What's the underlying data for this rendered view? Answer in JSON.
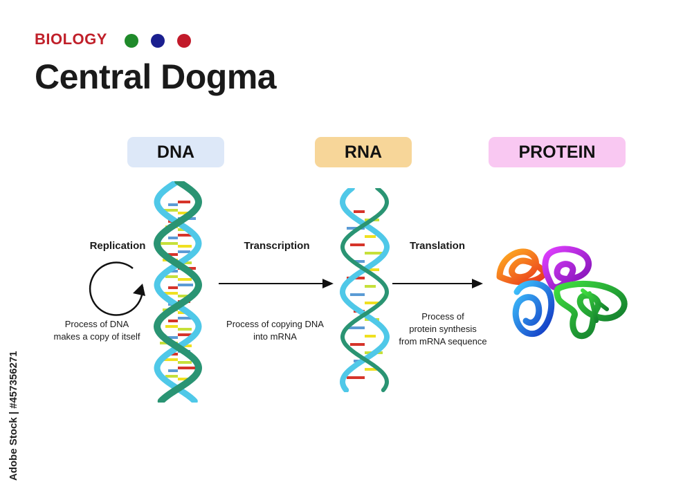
{
  "header": {
    "subject": "BIOLOGY",
    "title": "Central Dogma",
    "dots": [
      "#1f8a2a",
      "#1a1f8f",
      "#c21a2a"
    ],
    "subject_color": "#c0202a"
  },
  "stages": [
    {
      "label": "DNA",
      "color": "#dde8f8"
    },
    {
      "label": "RNA",
      "color": "#f7d699"
    },
    {
      "label": "PROTEIN",
      "color": "#f9c8f2"
    }
  ],
  "processes": [
    {
      "title": "Replication",
      "description": [
        "Process of DNA",
        "makes a copy of itself"
      ]
    },
    {
      "title": "Transcription",
      "description": [
        "Process of copying DNA",
        "into mRNA"
      ]
    },
    {
      "title": "Translation",
      "description": [
        "Process of",
        "protein synthesis",
        "from mRNA sequence"
      ]
    }
  ],
  "icons": {
    "replication": "circular-arrow-icon",
    "dna": "dna-double-helix-icon",
    "rna": "rna-strand-icon",
    "protein": "folded-protein-icon",
    "arrow": "right-arrow-icon"
  },
  "colors": {
    "backbone_dark": "#2a9473",
    "backbone_light": "#4fc8e8",
    "bases": [
      "#d6342a",
      "#c6e03a",
      "#5b9bd5",
      "#f0e020"
    ]
  },
  "watermark": "Adobe Stock | #457356271"
}
